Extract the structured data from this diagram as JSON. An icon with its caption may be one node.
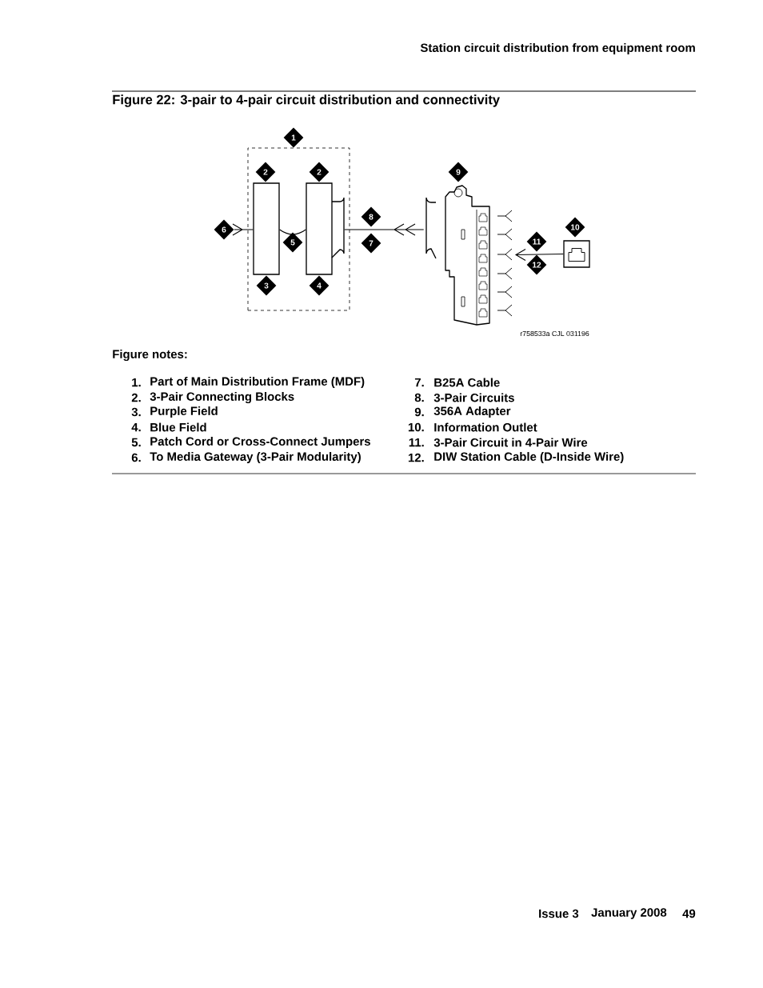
{
  "diagram": {
    "title": "Figure 22: 3-pair to 4-pair circuit distribution and connectivity",
    "nodes": [
      {
        "text": [
          "1"
        ]
      },
      {
        "text": [],
        "shape": "box"
      },
      {
        "text": [
          "2"
        ],
        "in": 1
      },
      {
        "text": [
          "2"
        ],
        "in": 1
      },
      {
        "text": [],
        "shape": "box",
        "in": 1
      },
      {
        "text": [],
        "shape": "box",
        "in": 1
      },
      {
        "text": [
          "5"
        ],
        "in": 1
      },
      {
        "text": [
          "3"
        ],
        "in": 1
      },
      {
        "text": [
          "4"
        ],
        "in": 1
      },
      {
        "text": [
          "6"
        ]
      },
      {
        "text": [
          "8"
        ]
      },
      {
        "text": [
          "7"
        ]
      },
      {
        "text": [
          "9"
        ]
      },
      {
        "text": [],
        "shape": "picture"
      },
      {
        "text": [
          "10"
        ]
      },
      {
        "text": [],
        "shape": "box"
      },
      {
        "text": [
          "11"
        ]
      },
      {
        "text": [
          "12"
        ]
      }
    ],
    "edges": [
      {
        "from": 4,
        "to": 9,
        "arrow": "other"
      },
      {
        "from": 4,
        "to": 5,
        "arrow": "none"
      },
      {
        "from": 13,
        "to": 5,
        "arrow": "to"
      },
      {
        "from": 15,
        "to": 13,
        "arrow": "to"
      }
    ],
    "labels": [
      "Station circuit distribution from equipment room",
      "r758533a CJL 031196",
      "Figure notes:",
      "1.",
      "Part of Main Distribution Frame (MDF)",
      "7.",
      "B25A Cable",
      "2.",
      "3-Pair Connecting Blocks",
      "8.",
      "3-Pair Circuits",
      "3.",
      "Purple Field",
      "9.",
      "356A Adapter",
      "4.",
      "Blue Field",
      "10.",
      "Information Outlet",
      "5.",
      "Patch Cord or Cross-Connect Jumpers",
      "11.",
      "3-Pair Circuit in 4-Pair Wire",
      "6.",
      "To Media Gateway (3-Pair Modularity)",
      "12.",
      "DIW Station Cable (D-Inside Wire)",
      "Issue 3",
      "January 2008",
      "49"
    ]
  }
}
